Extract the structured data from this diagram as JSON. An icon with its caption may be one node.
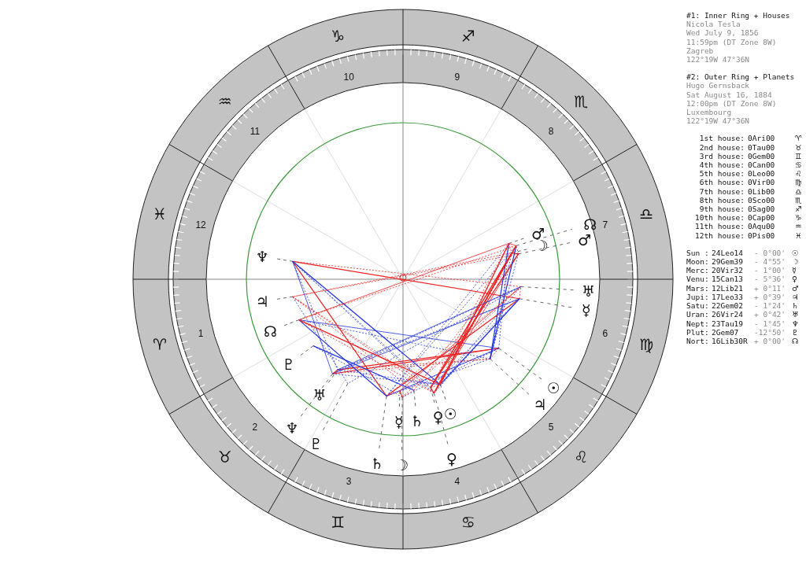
{
  "diagram": {
    "labels": [
      "♑",
      "♐",
      "♒",
      "♏",
      "♓",
      "♎",
      "♈",
      "♍",
      "♉",
      "♌",
      "♊",
      "♋",
      "10",
      "9",
      "11",
      "8",
      "12",
      "7",
      "1",
      "6",
      "2",
      "5",
      "3",
      "4",
      "☉",
      "☽",
      "☿",
      "♀",
      "♂",
      "♃",
      "♄",
      "♅",
      "♆",
      "♇",
      "☊",
      "♆",
      "♃",
      "☊",
      "♇",
      "♅",
      "☿",
      "♄",
      "♀",
      "☉",
      "♂",
      "☽",
      "#1: Inner Ring + Houses",
      "Nicola Tesla",
      "Wed July 9, 1856",
      "11:59pm (DT Zone 8W)",
      "Zagreb",
      "122°19W 47°36N",
      "#2: Outer Ring + Planets",
      "Hugo Gernsback",
      "Sat August 16, 1884",
      "12:00pm (DT Zone 8W)",
      "Luxembourg",
      "122°19W 47°36N",
      "1st house:",
      "0Ari00",
      "♈",
      "2nd house:",
      "0Tau00",
      "♉",
      "3rd house:",
      "0Gem00",
      "♊",
      "4th house:",
      "0Can00",
      "♋",
      "5th house:",
      "0Leo00",
      "♌",
      "6th house:",
      "0Vir00",
      "♍",
      "7th house:",
      "0Lib00",
      "♎",
      "8th house:",
      "0Sco00",
      "♏",
      "9th house:",
      "0Sag00",
      "♐",
      "10th house:",
      "0Cap00",
      "♑",
      "11th house:",
      "0Aqu00",
      "♒",
      "12th house:",
      "0Pis00",
      "♓",
      "Sun :",
      "24Leo14",
      "- 0°00'",
      "☉",
      "Moon:",
      "29Gem39",
      "- 4°55'",
      "☽",
      "Merc:",
      "20Vir32",
      "- 1°00'",
      "☿",
      "Venu:",
      "15Can13",
      "- 5°36'",
      "♀",
      "Mars:",
      "12Lib21",
      "+ 0°11'",
      "♂",
      "Jupi:",
      "17Leo33",
      "+ 0°39'",
      "♃",
      "Satu:",
      "22Gem02",
      "- 1°24'",
      "♄",
      "Uran:",
      "26Vir24",
      "+ 0°42'",
      "♅",
      "Nept:",
      "23Tau19",
      "- 1°45'",
      "♆",
      "Plut:",
      "2Gem07",
      "-12°50'",
      "♇",
      "Nort:",
      "16Lib30R",
      "+ 0°00'",
      "☊"
    ]
  }
}
